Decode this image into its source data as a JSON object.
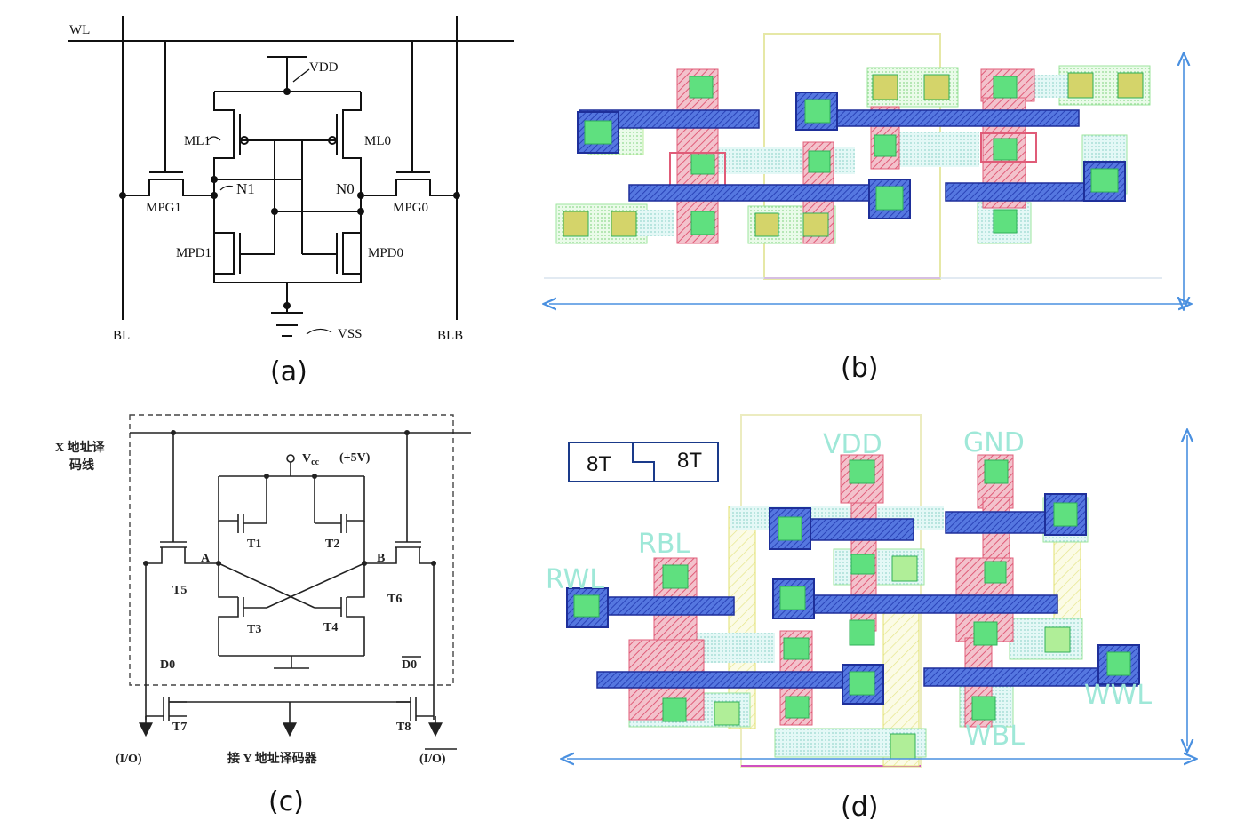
{
  "captions": {
    "a": "(a)",
    "b": "(b)",
    "c": "(c)",
    "d": "(d)"
  },
  "panel_a": {
    "wl": "WL",
    "vdd": "VDD",
    "vss": "VSS",
    "bl": "BL",
    "blb": "BLB",
    "n1": "N1",
    "n0": "N0",
    "ml1": "ML1",
    "ml0": "ML0",
    "mpg1": "MPG1",
    "mpg0": "MPG0",
    "mpd1": "MPD1",
    "mpd0": "MPD0"
  },
  "panel_c": {
    "x_line_1": "X 地址译",
    "x_line_2": "码线",
    "vcc": "V",
    "vcc_sub": "cc",
    "plus5v": "(+5V)",
    "t1": "T1",
    "t2": "T2",
    "t3": "T3",
    "t4": "T4",
    "t5": "T5",
    "t6": "T6",
    "t7": "T7",
    "t8": "T8",
    "node_a": "A",
    "node_b": "B",
    "d0": "D0",
    "d0_bar": "D0",
    "io": "(I/O)",
    "io_bar": "(I/O)",
    "y_decoder": "接 Y 地址译码器"
  },
  "panel_d": {
    "box_left": "8T",
    "box_right": "8T",
    "vdd": "VDD",
    "gnd": "GND",
    "rbl": "RBL",
    "rwl": "RWL",
    "wwl": "WWL",
    "wbl": "WBL"
  },
  "colors": {
    "metal": "#3a5bd8",
    "poly": "#e0607a",
    "active": "#7fe07f",
    "contact": "#50d890",
    "nwell": "#e8e8a0",
    "dim_arrow": "#4a90e0"
  }
}
